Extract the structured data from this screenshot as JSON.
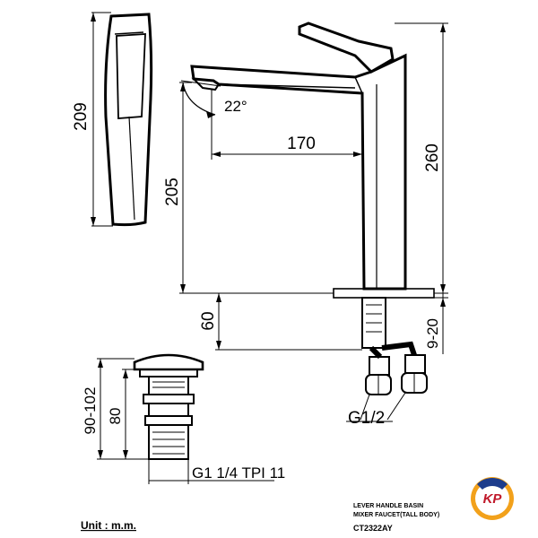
{
  "dimensions": {
    "handle_length": "209",
    "spout_reach": "170",
    "spout_height": "205",
    "total_height": "260",
    "angle": "22°",
    "shank_length": "60",
    "counter_thickness": "9-20",
    "connection_thread": "G1/2",
    "drain_height": "90-102",
    "drain_body": "80",
    "drain_thread": "G1 1/4 TPI 11"
  },
  "title_block": {
    "line1": "LEVER HANDLE BASIN",
    "line2": "MIXER FAUCET(TALL BODY)",
    "model": "CT2322AY"
  },
  "unit_label": "Unit : m.m.",
  "logo": {
    "text": "KP",
    "colors": [
      "#f2a11b",
      "#c0182a",
      "#1c3c8c"
    ]
  }
}
